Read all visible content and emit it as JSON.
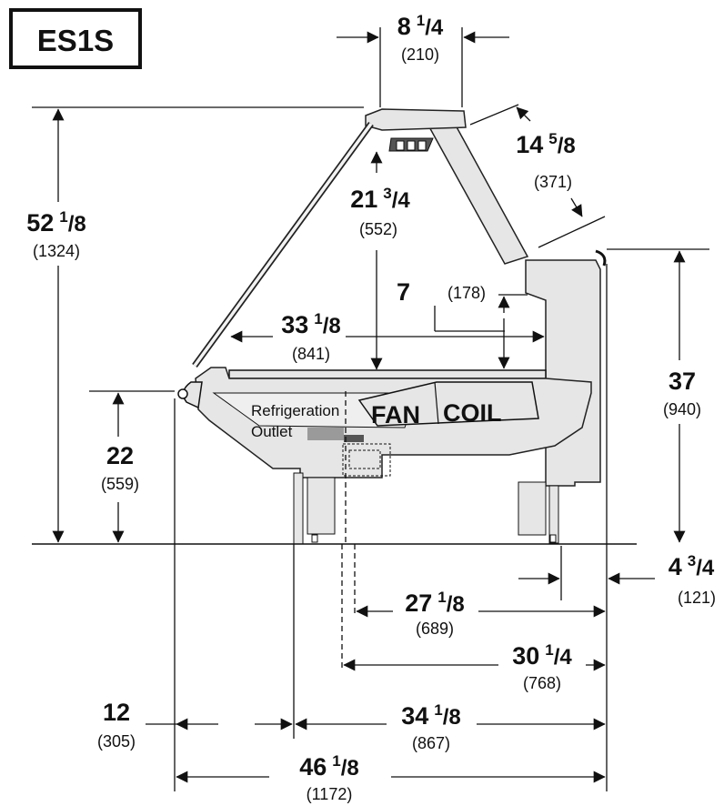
{
  "model": "ES1S",
  "labels": {
    "refrigeration": "Refrigeration",
    "outlet": "Outlet",
    "fan": "FAN",
    "coil": "COIL"
  },
  "dimensions": [
    {
      "id": "top-width",
      "whole": "8",
      "num": "1",
      "den": "4",
      "mm": "(210)"
    },
    {
      "id": "glass-slope",
      "whole": "14",
      "num": "5",
      "den": "8",
      "mm": "(371)"
    },
    {
      "id": "light-to-shelf",
      "whole": "21",
      "num": "3",
      "den": "4",
      "mm": "(552)"
    },
    {
      "id": "overall-height",
      "whole": "52",
      "num": "1",
      "den": "8",
      "mm": "(1324)"
    },
    {
      "id": "rear-height",
      "whole": "37",
      "num": "",
      "den": "",
      "mm": "(940)"
    },
    {
      "id": "rear-clearance",
      "whole": "7",
      "num": "",
      "den": "",
      "mm": "(178)"
    },
    {
      "id": "deck-depth",
      "whole": "33",
      "num": "1",
      "den": "8",
      "mm": "(841)"
    },
    {
      "id": "front-height",
      "whole": "22",
      "num": "",
      "den": "",
      "mm": "(559)"
    },
    {
      "id": "rear-offset",
      "whole": "4",
      "num": "3",
      "den": "4",
      "mm": "(121)"
    },
    {
      "id": "leg-to-rear",
      "whole": "27",
      "num": "1",
      "den": "8",
      "mm": "(689)"
    },
    {
      "id": "outlet-to-rear",
      "whole": "30",
      "num": "1",
      "den": "4",
      "mm": "(768)"
    },
    {
      "id": "front-offset",
      "whole": "12",
      "num": "",
      "den": "",
      "mm": "(305)"
    },
    {
      "id": "base-depth",
      "whole": "34",
      "num": "1",
      "den": "8",
      "mm": "(867)"
    },
    {
      "id": "overall-depth",
      "whole": "46",
      "num": "1",
      "den": "8",
      "mm": "(1172)"
    }
  ]
}
